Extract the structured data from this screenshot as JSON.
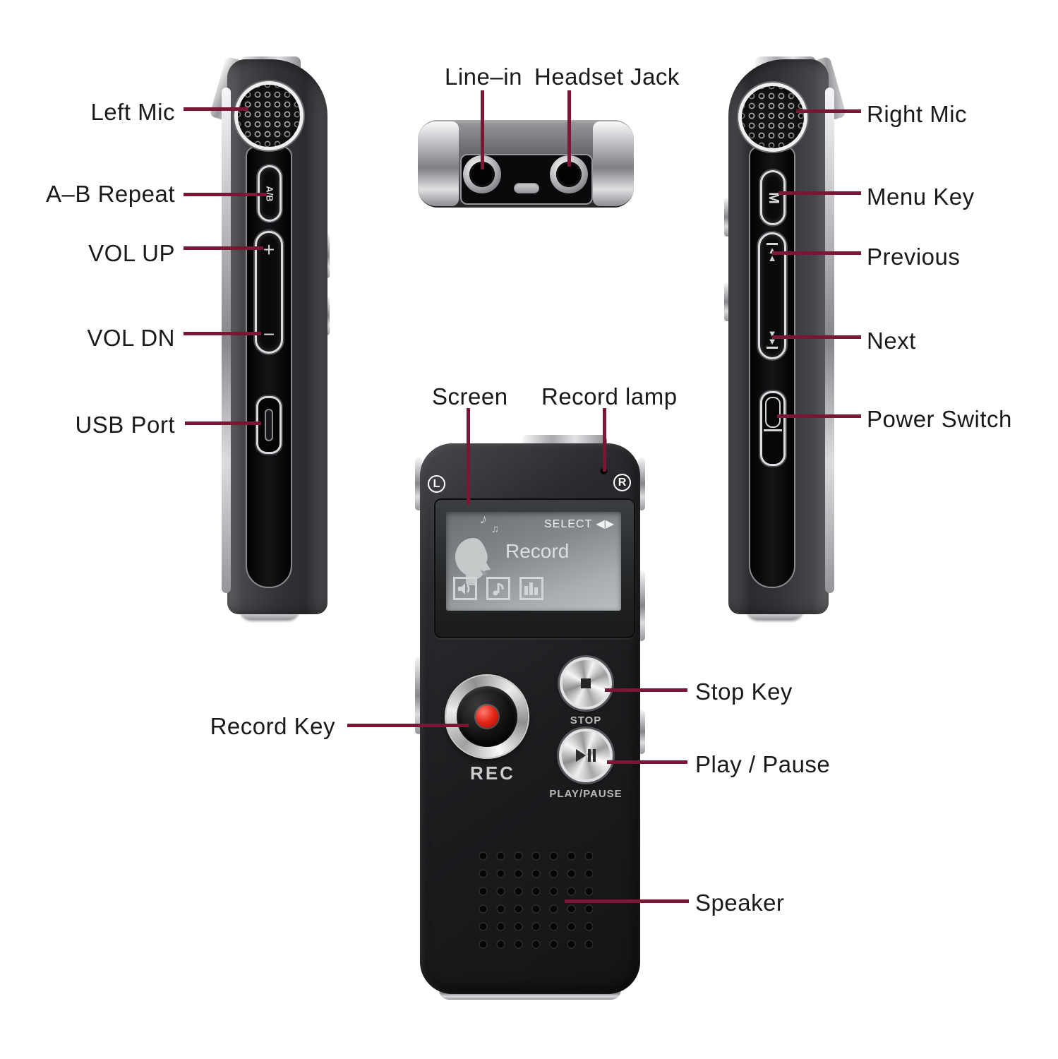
{
  "colors": {
    "background": "#ffffff",
    "leader_line": "#7b1734",
    "label_text": "#1a1a1a",
    "record_dot_red": "#e32417",
    "lcd_gray": "#9aa0a2"
  },
  "labels": {
    "left_mic": "Left Mic",
    "ab_repeat": "A–B Repeat",
    "vol_up": "VOL UP",
    "vol_dn": "VOL DN",
    "usb_port": "USB Port",
    "line_in": "Line–in",
    "headset_jack": "Headset Jack",
    "right_mic": "Right Mic",
    "menu_key": "Menu Key",
    "previous": "Previous",
    "next": "Next",
    "power_switch": "Power Switch",
    "screen": "Screen",
    "record_lamp": "Record lamp",
    "record_key": "Record Key",
    "stop_key": "Stop Key",
    "play_pause": "Play / Pause",
    "speaker": "Speaker"
  },
  "device": {
    "side": {
      "ab_button": "A/B",
      "vol_up_glyph": "+",
      "vol_down_glyph": "−",
      "menu_button": "M",
      "skip_up_glyph": "▲",
      "skip_down_glyph": "▼"
    },
    "front": {
      "left_marker": "L",
      "right_marker": "R",
      "rec_label": "REC",
      "stop_label": "STOP",
      "play_pause_label": "PLAY/PAUSE"
    },
    "screen": {
      "select_label": "SELECT",
      "arrow_left": "◀",
      "arrow_right": "▶",
      "mode_title": "Record",
      "note1": "♪",
      "note2": "♫"
    }
  }
}
